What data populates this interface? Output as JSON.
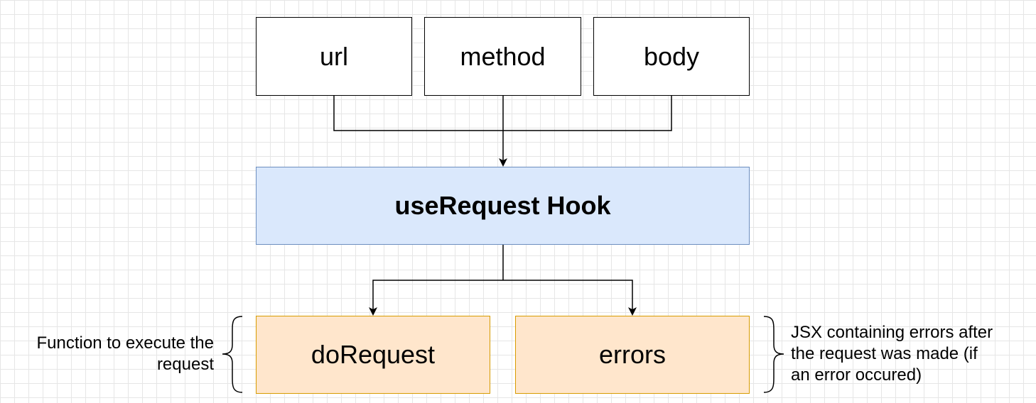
{
  "diagram": {
    "inputs": [
      {
        "id": "url",
        "label": "url"
      },
      {
        "id": "method",
        "label": "method"
      },
      {
        "id": "body",
        "label": "body"
      }
    ],
    "hook": {
      "label": "useRequest Hook"
    },
    "outputs": [
      {
        "id": "do-request",
        "label": "doRequest"
      },
      {
        "id": "errors",
        "label": "errors"
      }
    ],
    "annotations": {
      "do_request": {
        "lines": [
          "Function to execute the",
          "request"
        ]
      },
      "errors": {
        "lines": [
          "JSX containing errors after",
          "the request was made (if",
          "an error occured)"
        ]
      }
    },
    "colors": {
      "input_fill": "#ffffff",
      "input_stroke": "#000000",
      "hook_fill": "#dae8fc",
      "hook_stroke": "#6c8ebf",
      "output_fill": "#ffe6cc",
      "output_stroke": "#d79b00",
      "connector": "#000000"
    }
  }
}
